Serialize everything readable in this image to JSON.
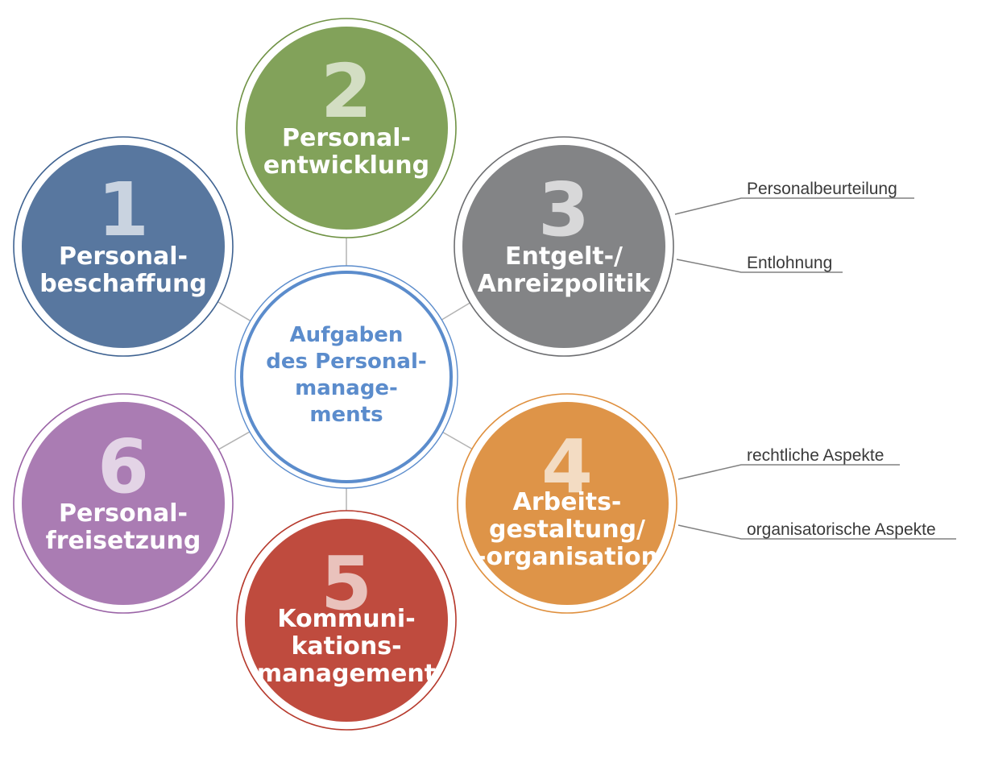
{
  "center": {
    "lines": [
      "Aufgaben",
      "des Personal-",
      "manage-",
      "ments"
    ],
    "color": "#5b8ccc"
  },
  "nodes": [
    {
      "id": "1",
      "number": "1",
      "lines": [
        "Personal-",
        "beschaffung"
      ],
      "fill": "#58779f",
      "ring": "#3e6291",
      "number_color": "#c9d3e0",
      "side": []
    },
    {
      "id": "2",
      "number": "2",
      "lines": [
        "Personal-",
        "entwicklung"
      ],
      "fill": "#82a25a",
      "ring": "#6f9244",
      "number_color": "#d3dec3",
      "side": []
    },
    {
      "id": "3",
      "number": "3",
      "lines": [
        "Entgelt-/",
        "Anreizpolitik"
      ],
      "fill": "#838486",
      "ring": "#6c6d70",
      "number_color": "#d8d8d9",
      "side": [
        "Personalbeurteilung",
        "Entlohnung"
      ]
    },
    {
      "id": "4",
      "number": "4",
      "lines": [
        "Arbeits-",
        "gestaltung/",
        "-organisation"
      ],
      "fill": "#de9448",
      "ring": "#df8f3d",
      "number_color": "#f3dcc3",
      "side": [
        "rechtliche Aspekte",
        "organisatorische Aspekte"
      ]
    },
    {
      "id": "5",
      "number": "5",
      "lines": [
        "Kommuni-",
        "kations-",
        "management"
      ],
      "fill": "#bf4b3e",
      "ring": "#b6392c",
      "number_color": "#e9c2bc",
      "side": []
    },
    {
      "id": "6",
      "number": "6",
      "lines": [
        "Personal-",
        "freisetzung"
      ],
      "fill": "#aa7cb3",
      "ring": "#9a63a6",
      "number_color": "#e3d4e6",
      "side": []
    }
  ]
}
